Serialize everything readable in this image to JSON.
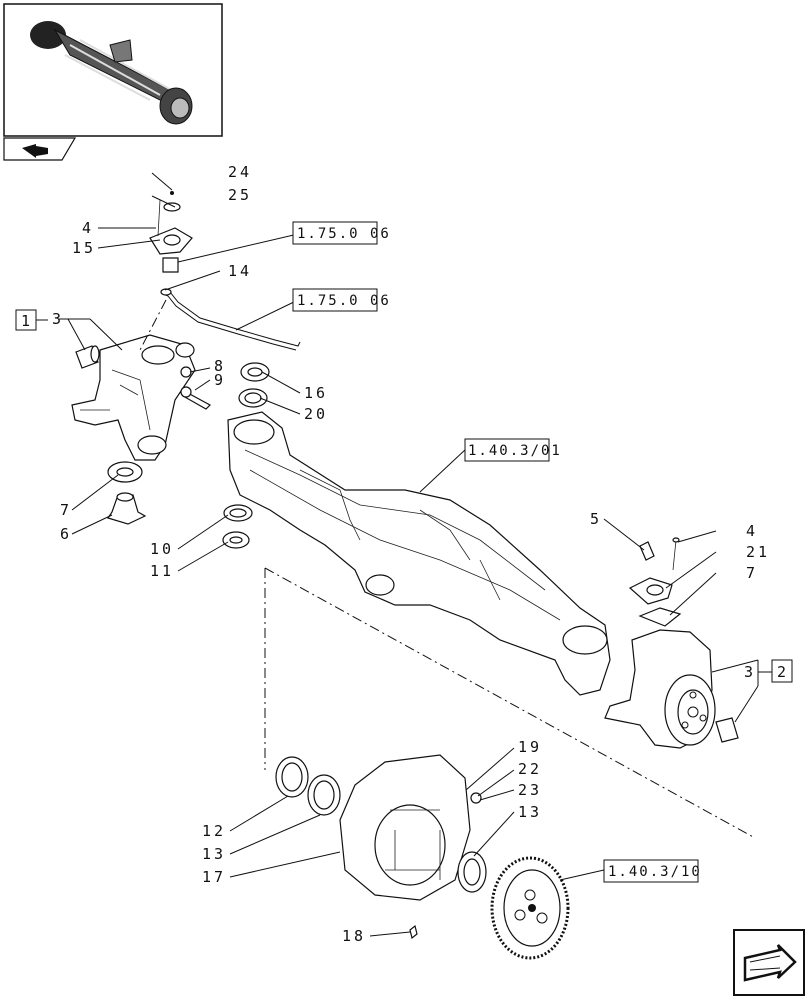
{
  "callouts": {
    "c1": "1",
    "c2": "2",
    "c3a": "3",
    "c3b": "3",
    "c4a": "4",
    "c4b": "4",
    "c5": "5",
    "c6": "6",
    "c7a": "7",
    "c7b": "7",
    "c8": "8",
    "c9": "9",
    "c10": "10",
    "c11": "11",
    "c12": "12",
    "c13a": "13",
    "c13b": "13",
    "c14": "14",
    "c15": "15",
    "c16": "16",
    "c17": "17",
    "c18": "18",
    "c19": "19",
    "c20": "20",
    "c21": "21",
    "c22": "22",
    "c23": "23",
    "c24": "24",
    "c25": "25"
  },
  "references": {
    "r1": "1.75.0 06",
    "r2": "1.75.0 06",
    "r3": "1.40.3/01",
    "r4": "1.40.3/10"
  },
  "icons": {
    "thumbnail": "axle-thumbnail",
    "back": "back-arrow-icon",
    "next": "next-page-arrow-icon"
  }
}
